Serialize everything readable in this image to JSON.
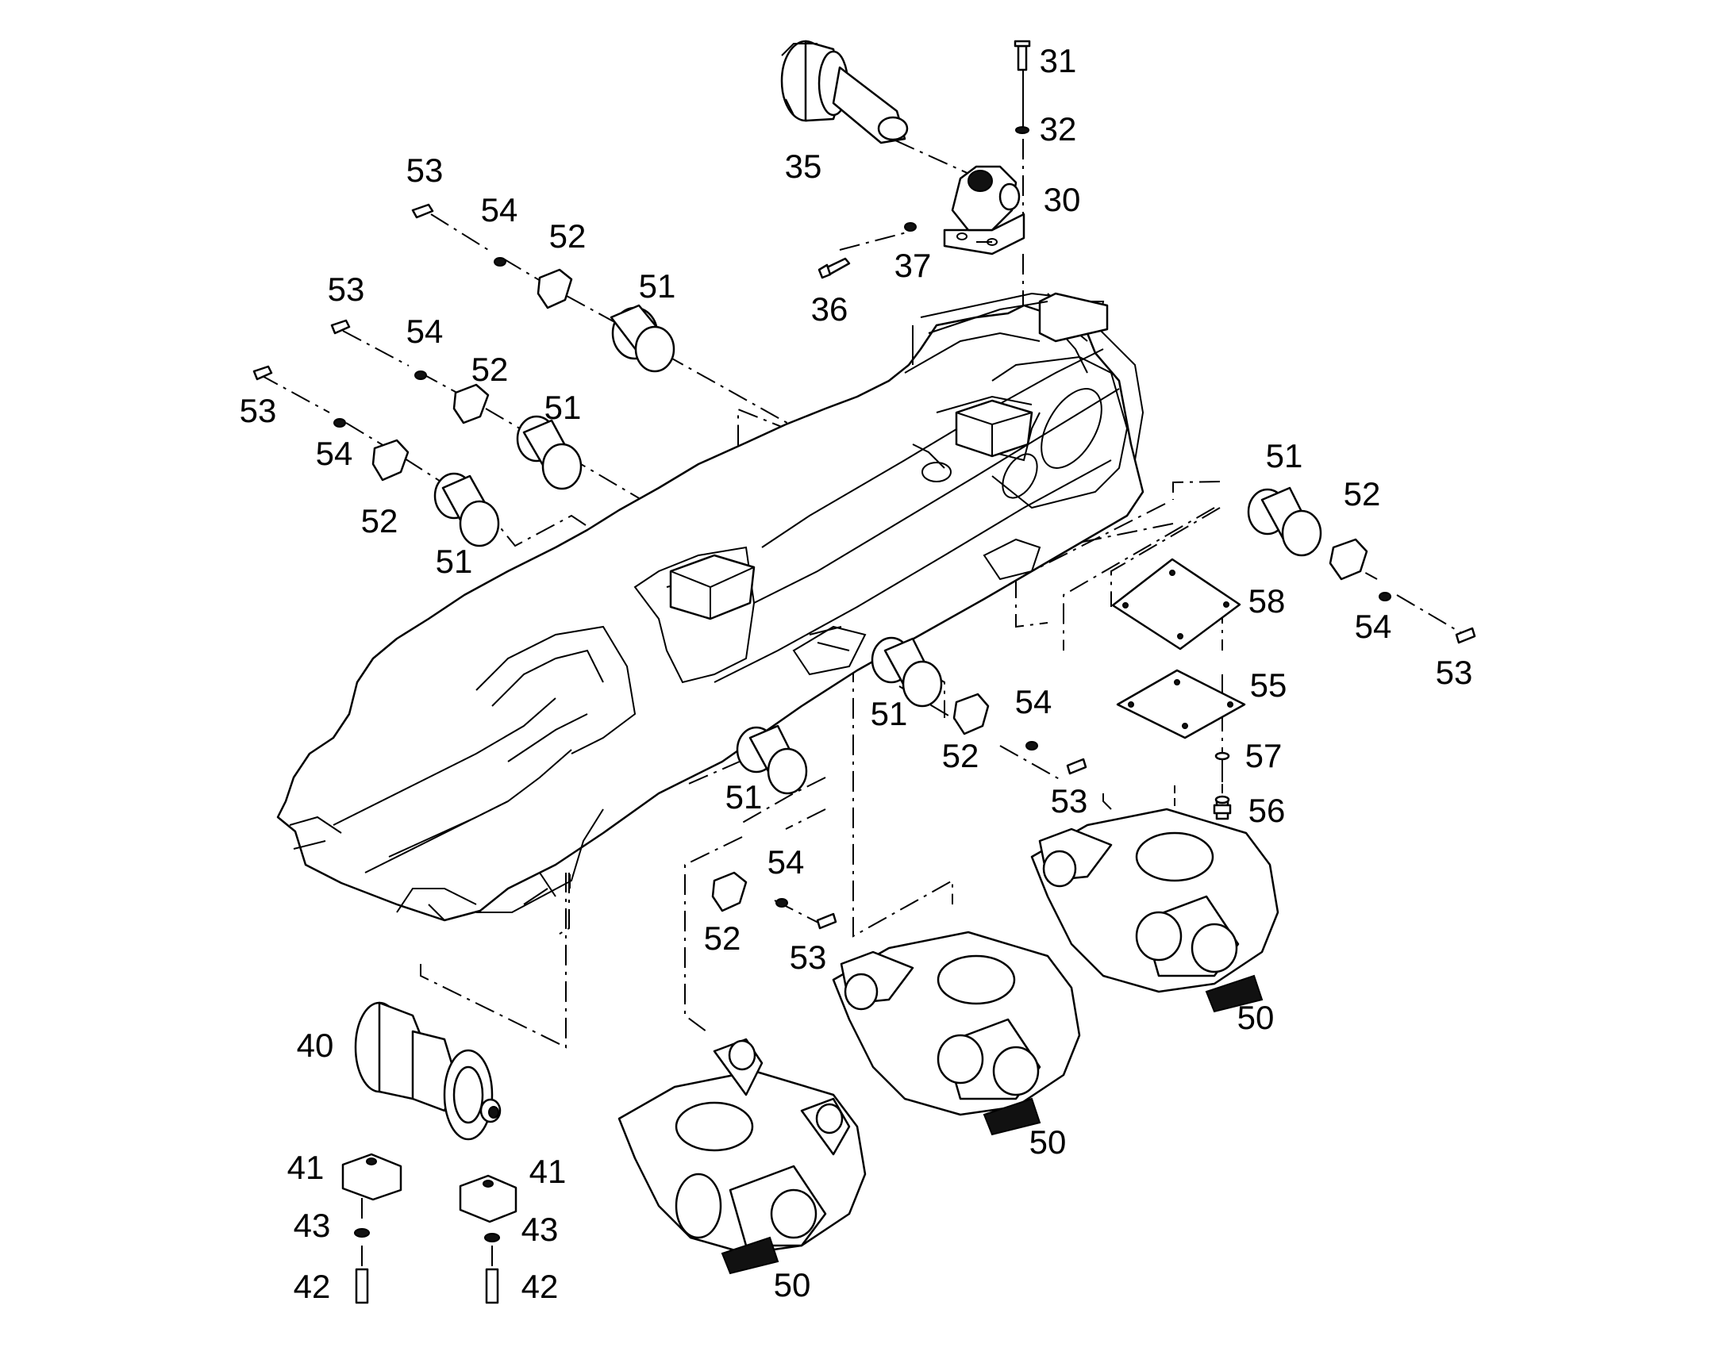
{
  "callouts": [
    {
      "id": "c31",
      "label": "31"
    },
    {
      "id": "c32",
      "label": "32"
    },
    {
      "id": "c35",
      "label": "35"
    },
    {
      "id": "c30",
      "label": "30"
    },
    {
      "id": "c37",
      "label": "37"
    },
    {
      "id": "c36",
      "label": "36"
    },
    {
      "id": "c53a",
      "label": "53"
    },
    {
      "id": "c54a",
      "label": "54"
    },
    {
      "id": "c52a",
      "label": "52"
    },
    {
      "id": "c51a",
      "label": "51"
    },
    {
      "id": "c53b",
      "label": "53"
    },
    {
      "id": "c54b",
      "label": "54"
    },
    {
      "id": "c52b",
      "label": "52"
    },
    {
      "id": "c51b",
      "label": "51"
    },
    {
      "id": "c53c",
      "label": "53"
    },
    {
      "id": "c54c",
      "label": "54"
    },
    {
      "id": "c52c",
      "label": "52"
    },
    {
      "id": "c51c",
      "label": "51"
    },
    {
      "id": "c51d",
      "label": "51"
    },
    {
      "id": "c52d",
      "label": "52"
    },
    {
      "id": "c58",
      "label": "58"
    },
    {
      "id": "c54d",
      "label": "54"
    },
    {
      "id": "c53d",
      "label": "53"
    },
    {
      "id": "c55",
      "label": "55"
    },
    {
      "id": "c57",
      "label": "57"
    },
    {
      "id": "c56",
      "label": "56"
    },
    {
      "id": "c51e",
      "label": "51"
    },
    {
      "id": "c54e",
      "label": "54"
    },
    {
      "id": "c52e",
      "label": "52"
    },
    {
      "id": "c53e",
      "label": "53"
    },
    {
      "id": "c51f",
      "label": "51"
    },
    {
      "id": "c54f",
      "label": "54"
    },
    {
      "id": "c52f",
      "label": "52"
    },
    {
      "id": "c53f",
      "label": "53"
    },
    {
      "id": "c50a",
      "label": "50"
    },
    {
      "id": "c50b",
      "label": "50"
    },
    {
      "id": "c50c",
      "label": "50"
    },
    {
      "id": "c40",
      "label": "40"
    },
    {
      "id": "c41a",
      "label": "41"
    },
    {
      "id": "c41b",
      "label": "41"
    },
    {
      "id": "c43a",
      "label": "43"
    },
    {
      "id": "c43b",
      "label": "43"
    },
    {
      "id": "c42a",
      "label": "42"
    },
    {
      "id": "c42b",
      "label": "42"
    }
  ]
}
